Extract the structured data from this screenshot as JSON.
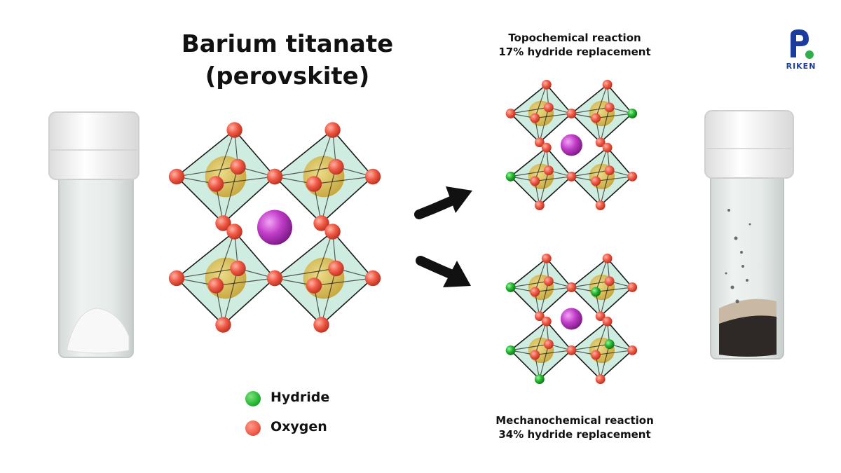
{
  "title_line1": "Barium titanate",
  "title_line2": "(perovskite)",
  "top_product": {
    "line1": "Topochemical reaction",
    "line2": "17% hydride replacement"
  },
  "bottom_product": {
    "line1": "Mechanochemical reaction",
    "line2": "34% hydride replacement"
  },
  "legend": [
    {
      "label": "Hydride",
      "color": "#22b830"
    },
    {
      "label": "Oxygen",
      "color": "#f05a46"
    }
  ],
  "logo_text": "RIKEN",
  "colors": {
    "octahedron_fill": "#bfe6d6",
    "titanium": "#d9b43a",
    "barium": "#c03cc8",
    "oxygen": "#f05a46",
    "hydride": "#22b830",
    "logo": "#1a3c9c",
    "logo_dot": "#2fae4a"
  }
}
